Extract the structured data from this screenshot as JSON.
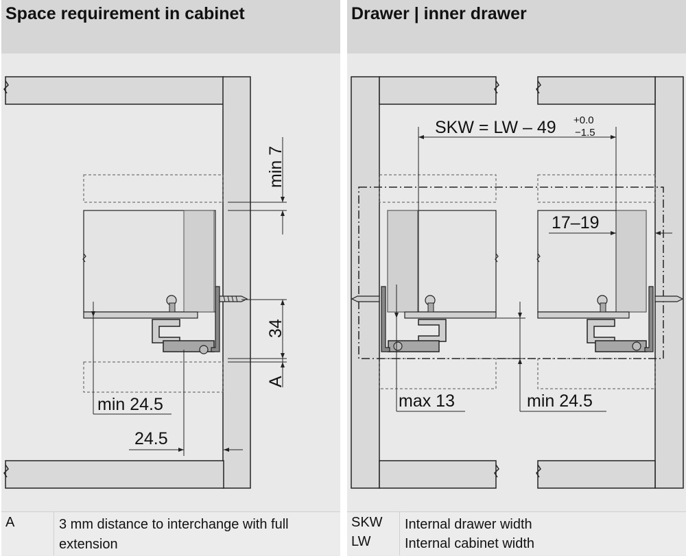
{
  "left_panel": {
    "title": "Space requirement in cabinet",
    "labels": {
      "min7": "min 7",
      "h34": "34",
      "a": "A",
      "min245": "min 24.5",
      "d245": "24.5"
    },
    "legend": {
      "key": "A",
      "description": "3 mm distance to interchange with full extension"
    }
  },
  "right_panel": {
    "title": "Drawer | inner drawer",
    "labels": {
      "formula": "SKW = LW – 49",
      "tol_plus": "+0.0",
      "tol_minus": "−1.5",
      "range": "17–19",
      "max13": "max 13",
      "min245": "min 24.5"
    },
    "legend": [
      {
        "key": "SKW",
        "description": "Internal drawer width"
      },
      {
        "key": "LW",
        "description": "Internal cabinet width"
      }
    ]
  }
}
